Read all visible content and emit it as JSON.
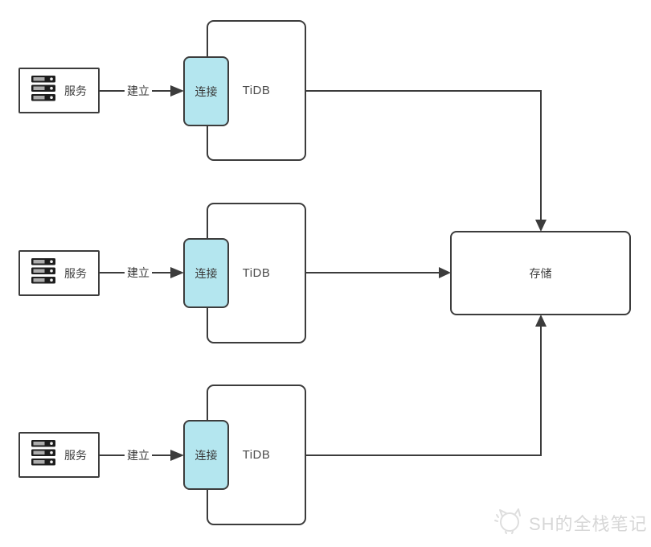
{
  "diagram": {
    "rows": [
      {
        "service_label": "服务",
        "edge_label": "建立",
        "connection_label": "连接",
        "db_label": "TiDB"
      },
      {
        "service_label": "服务",
        "edge_label": "建立",
        "connection_label": "连接",
        "db_label": "TiDB"
      },
      {
        "service_label": "服务",
        "edge_label": "建立",
        "connection_label": "连接",
        "db_label": "TiDB"
      }
    ],
    "storage_label": "存储",
    "watermark": {
      "text": "SH的全栈笔记",
      "logo_icon": "cat-logo-icon"
    },
    "icons": {
      "service": "server-icon"
    },
    "colors": {
      "line": "#3c3c3c",
      "box_border": "#3c3c3c",
      "text": "#3f3f3f",
      "connection_fill": "#b4e6ef",
      "background": "#ffffff",
      "watermark": "#d7d7d7"
    }
  }
}
